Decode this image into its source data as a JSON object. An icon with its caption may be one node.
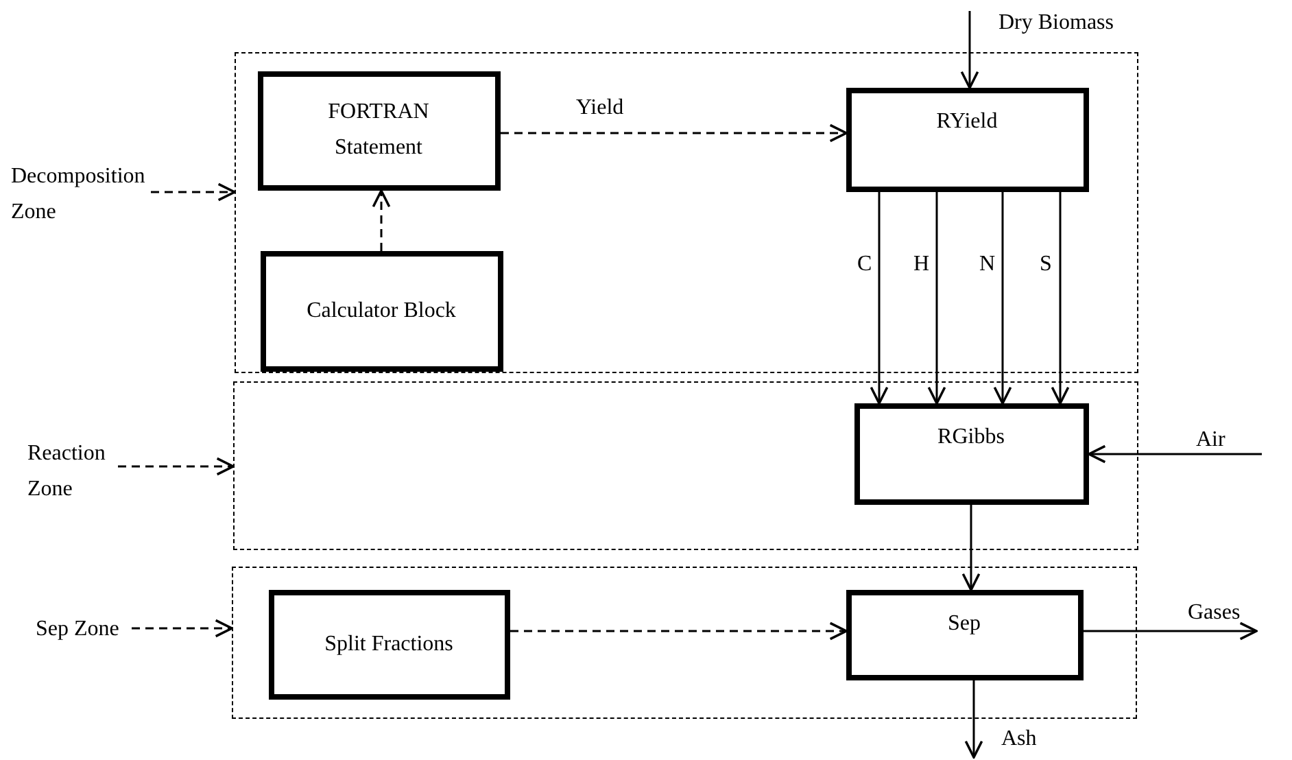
{
  "diagram": {
    "nodes": [
      {
        "text": [],
        "shape": "box"
      },
      {
        "text": [
          "FORTRAN Statement"
        ],
        "in": 0
      },
      {
        "text": [
          "Calculator Block"
        ],
        "in": 0
      },
      {
        "text": [
          "RYield"
        ],
        "in": 0
      },
      {
        "text": [],
        "shape": "box"
      },
      {
        "text": [
          "RGibbs"
        ],
        "in": 4
      },
      {
        "text": [],
        "shape": "box"
      },
      {
        "text": [
          "Split Fractions"
        ],
        "in": 6
      },
      {
        "text": [
          "Sep"
        ],
        "in": 6
      },
      {
        "text": [
          "Decomposition Zone"
        ]
      },
      {
        "text": [
          "Reaction Zone"
        ]
      },
      {
        "text": [
          "Sep Zone"
        ]
      }
    ],
    "edges": [
      {
        "from": 9,
        "to": 0,
        "arrow": "to",
        "style": "dashed"
      },
      {
        "from": 10,
        "to": 4,
        "arrow": "to",
        "style": "dashed"
      },
      {
        "from": 11,
        "to": 6,
        "arrow": "to",
        "style": "dashed"
      },
      {
        "from": 1,
        "to": 3,
        "arrow": "to",
        "style": "dashed",
        "label": "Yield"
      },
      {
        "from": 2,
        "to": 1,
        "arrow": "to",
        "style": "dashed"
      },
      {
        "from": null,
        "to": 3,
        "arrow": "to",
        "label": "Dry Biomass"
      },
      {
        "from": 3,
        "to": 5,
        "arrow": "to",
        "label": "C"
      },
      {
        "from": 3,
        "to": 5,
        "arrow": "to",
        "label": "H"
      },
      {
        "from": 3,
        "to": 5,
        "arrow": "to",
        "label": "N"
      },
      {
        "from": 3,
        "to": 5,
        "arrow": "to",
        "label": "S"
      },
      {
        "from": null,
        "to": 5,
        "arrow": "to",
        "label": "Air"
      },
      {
        "from": 5,
        "to": 8,
        "arrow": "to"
      },
      {
        "from": 7,
        "to": 8,
        "arrow": "to",
        "style": "dashed"
      },
      {
        "from": 8,
        "to": null,
        "arrow": "to",
        "label": "Gases"
      },
      {
        "from": 8,
        "to": null,
        "arrow": "to",
        "label": "Ash"
      }
    ]
  }
}
